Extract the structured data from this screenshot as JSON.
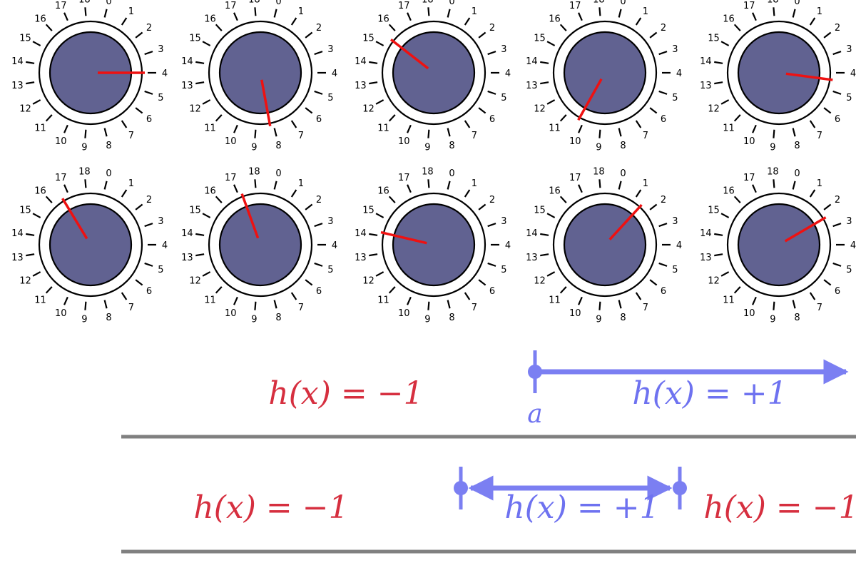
{
  "dials": {
    "tick_labels": [
      "0",
      "1",
      "2",
      "3",
      "4",
      "5",
      "6",
      "7",
      "8",
      "9",
      "10",
      "11",
      "12",
      "13",
      "14",
      "15",
      "16",
      "17",
      "18"
    ],
    "tick_count": 19,
    "face_color": "#616291",
    "pointer_color": "#ee1111",
    "readings": [
      4,
      8.2,
      15.5,
      10.3,
      4.4,
      16.6,
      17.2,
      14.2,
      1.5,
      2.4
    ]
  },
  "thresholds": {
    "colors": {
      "negative": "#d62f3f",
      "positive": "#6e72f0",
      "axis": "#808080"
    },
    "one_sided": {
      "left_label": "h(x) = −1",
      "right_label": "h(x) = +1",
      "threshold_label": "a"
    },
    "interval": {
      "left_label": "h(x) = −1",
      "middle_label": "h(x) = +1",
      "right_label": "h(x) = −1"
    }
  }
}
